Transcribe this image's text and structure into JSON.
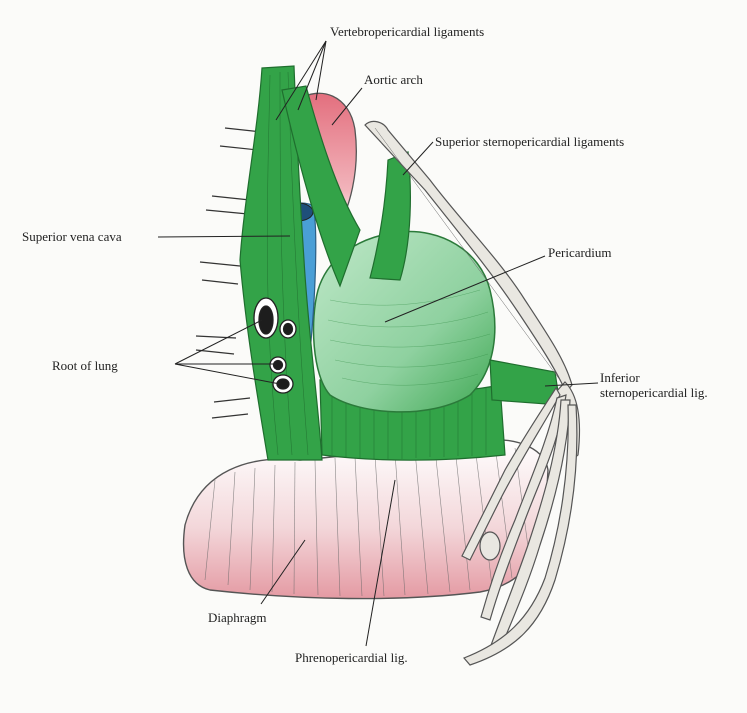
{
  "labels": {
    "vertebropericardial": "Vertebropericardial ligaments",
    "aortic_arch": "Aortic arch",
    "superior_sternopericardial": "Superior sternopericardial ligaments",
    "superior_vena_cava": "Superior vena cava",
    "pericardium": "Pericardium",
    "root_of_lung": "Root of lung",
    "inferior_sternopericardial_1": "Inferior",
    "inferior_sternopericardial_2": "sternopericardial lig.",
    "diaphragm": "Diaphragm",
    "phrenopericardial": "Phrenopericardial lig."
  },
  "colors": {
    "ligament_green": "#2f9e3f",
    "pericardium_green": "#8fd1a0",
    "aorta_red": "#e07a86",
    "vena_cava_blue": "#4a9fd6",
    "diaphragm_pink": "#e8a6ad",
    "bone": "#e9e7e1"
  }
}
